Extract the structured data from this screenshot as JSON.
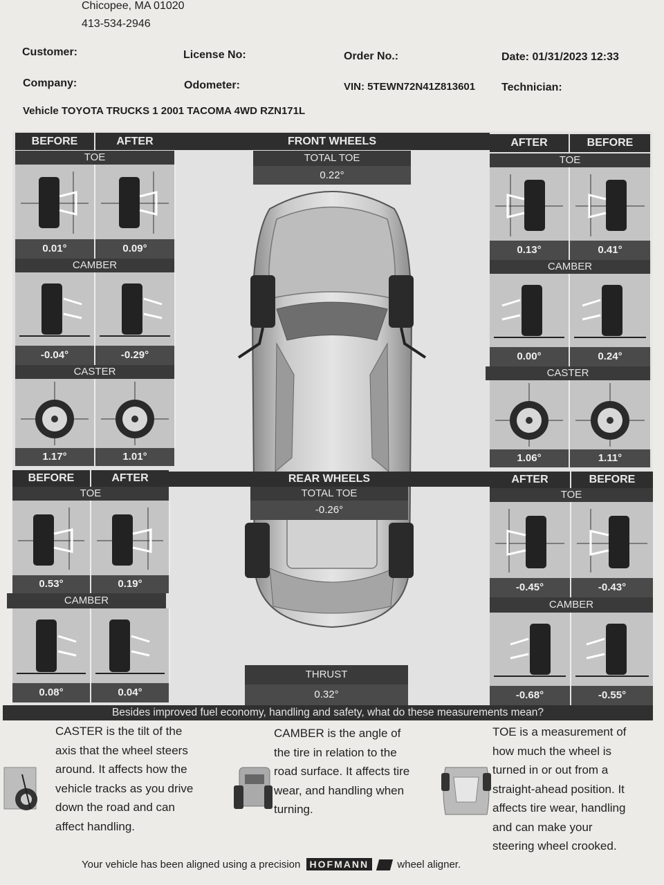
{
  "shop": {
    "city_line": "Chicopee, MA 01020",
    "phone": "413-534-2946"
  },
  "header": {
    "customer_label": "Customer:",
    "license_label": "License No:",
    "order_label": "Order No.:",
    "date_label": "Date:",
    "date_value": "01/31/2023 12:33",
    "company_label": "Company:",
    "odometer_label": "Odometer:",
    "vin_label": "VIN:",
    "vin_value": "5TEWN72N41Z813601",
    "technician_label": "Technician:",
    "vehicle_line": "Vehicle TOYOTA TRUCKS 1 2001 TACOMA 4WD RZN171L"
  },
  "labels": {
    "before": "BEFORE",
    "after": "AFTER",
    "toe": "TOE",
    "camber": "CAMBER",
    "caster": "CASTER",
    "total_toe": "TOTAL TOE",
    "thrust": "THRUST"
  },
  "front": {
    "title": "FRONT WHEELS",
    "total_toe": "0.22°",
    "left": {
      "toe_before": "0.01°",
      "toe_after": "0.09°",
      "camber_before": "-0.04°",
      "camber_after": "-0.29°",
      "caster_before": "1.17°",
      "caster_after": "1.01°"
    },
    "right": {
      "toe_after": "0.13°",
      "toe_before": "0.41°",
      "camber_after": "0.00°",
      "camber_before": "0.24°",
      "caster_after": "1.06°",
      "caster_before": "1.11°"
    }
  },
  "rear": {
    "title": "REAR WHEELS",
    "total_toe": "-0.26°",
    "thrust": "0.32°",
    "left": {
      "toe_before": "0.53°",
      "toe_after": "0.19°",
      "camber_before": "0.08°",
      "camber_after": "0.04°"
    },
    "right": {
      "toe_after": "-0.45°",
      "toe_before": "-0.43°",
      "camber_after": "-0.68°",
      "camber_before": "-0.55°"
    }
  },
  "question": "Besides improved fuel economy, handling and safety, what do these measurements mean?",
  "explanations": {
    "caster": [
      "CASTER is the tilt of the",
      "axis that the wheel steers",
      "around. It affects how the",
      "vehicle tracks as you drive",
      "down the road and can",
      "affect handling."
    ],
    "camber": [
      "CAMBER is the angle of",
      "the tire in relation to the",
      "road surface. It affects tire",
      "wear, and handling when",
      "turning."
    ],
    "toe": [
      "TOE is a measurement of",
      "how much the wheel is",
      "turned in or out from a",
      "straight-ahead position. It",
      "affects tire wear, handling",
      "and can make your",
      "steering wheel crooked."
    ]
  },
  "footer": {
    "pre": "Your vehicle has been aligned using a precision",
    "brand": "HOFMANN",
    "post": "wheel aligner."
  }
}
